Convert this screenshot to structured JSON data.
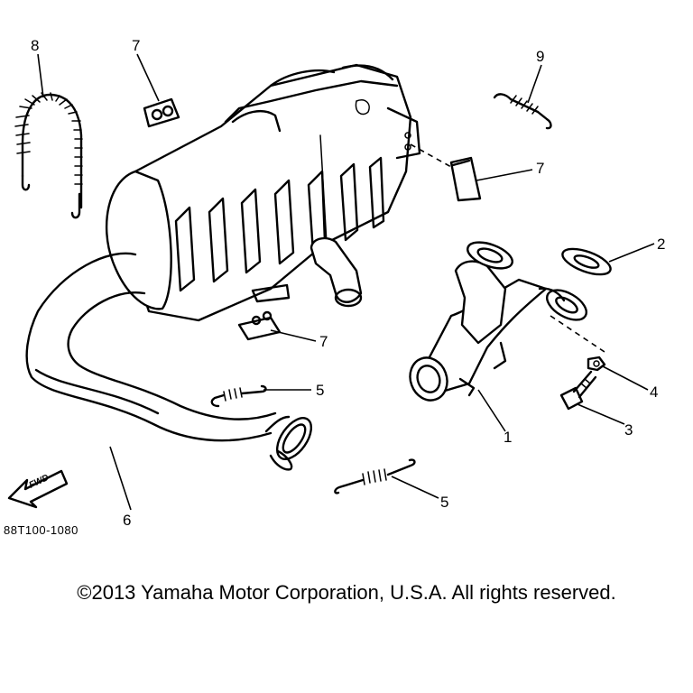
{
  "diagram": {
    "part_number": "88T100-1080",
    "fwd_label": "FWD",
    "callouts": [
      "1",
      "2",
      "3",
      "4",
      "5",
      "5",
      "6",
      "7",
      "7",
      "7",
      "8",
      "9"
    ]
  },
  "footer": {
    "copyright": "©2013 Yamaha Motor Corporation, U.S.A. All rights reserved."
  }
}
